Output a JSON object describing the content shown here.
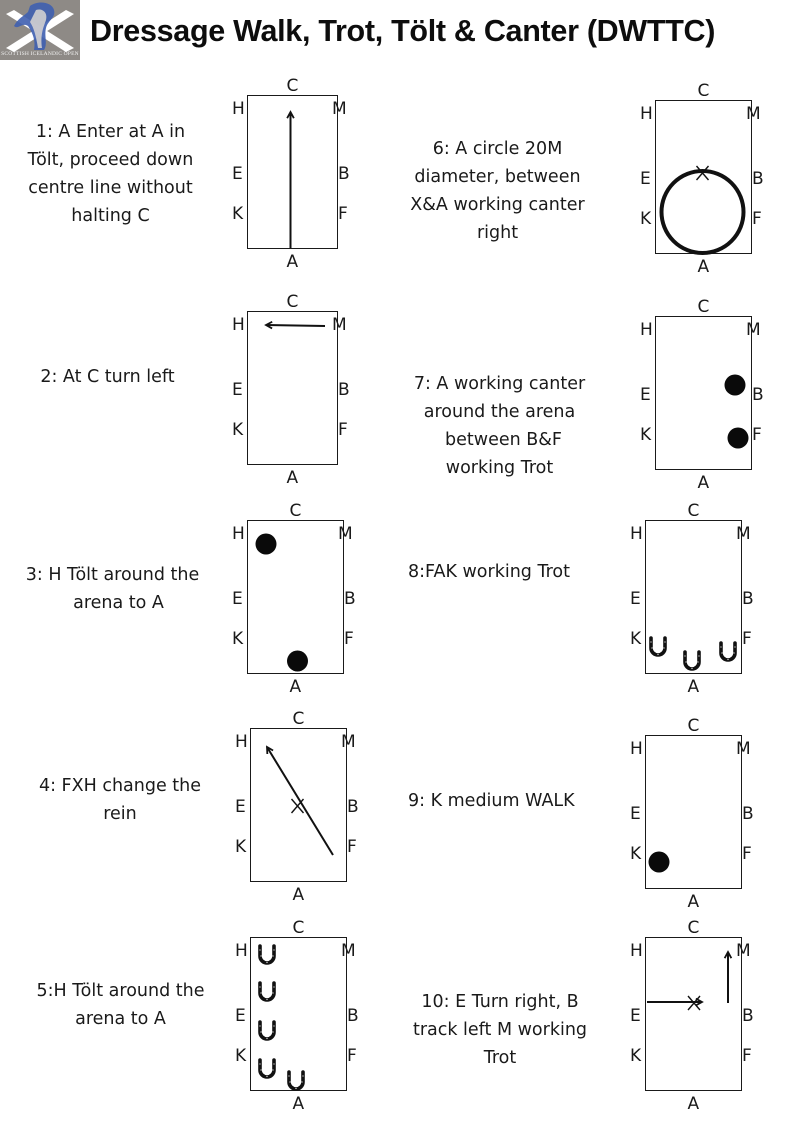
{
  "header": {
    "logo_text": "SCOTTISH ICELANDIC OPEN",
    "title": "Dressage Walk, Trot, Tölt & Canter (DWTTC)"
  },
  "markers": {
    "top": "C",
    "bottom": "A",
    "left": [
      "H",
      "E",
      "K"
    ],
    "right": [
      "M",
      "B",
      "F"
    ],
    "center": "X"
  },
  "steps": [
    {
      "number": 1,
      "lines": [
        "1:  A Enter at A in",
        "Tölt, proceed down",
        "centre line without",
        "halting C"
      ],
      "figure": "arrow up centre line from A towards C"
    },
    {
      "number": 2,
      "lines": [
        "2: At C turn left"
      ],
      "figure": "arrow from M towards H along top"
    },
    {
      "number": 3,
      "lines": [
        "3: H  Tölt around the",
        "arena to A"
      ],
      "figure": "dots at H and A"
    },
    {
      "number": 4,
      "lines": [
        "4: FXH change the",
        "rein"
      ],
      "figure": "diagonal arrow from F through X to H"
    },
    {
      "number": 5,
      "lines": [
        "5:H Tölt around the",
        "arena to A"
      ],
      "figure": "horseshoes along H-E-K to A"
    },
    {
      "number": 6,
      "lines": [
        "6:  A circle 20M",
        "diameter, between",
        "X&A working canter",
        "right"
      ],
      "figure": "circle between X and A"
    },
    {
      "number": 7,
      "lines": [
        "7: A working canter",
        "around the arena",
        "between B&F",
        "working Trot"
      ],
      "figure": "dots at B and F"
    },
    {
      "number": 8,
      "lines": [
        "8:FAK working Trot"
      ],
      "figure": "horseshoes at F, A and K"
    },
    {
      "number": 9,
      "lines": [
        "9: K medium WALK"
      ],
      "figure": "dot at K"
    },
    {
      "number": 10,
      "lines": [
        "10: E Turn right, B",
        "track left M working",
        "Trot"
      ],
      "figure": "arrow E to X, arrow B up to M"
    }
  ]
}
